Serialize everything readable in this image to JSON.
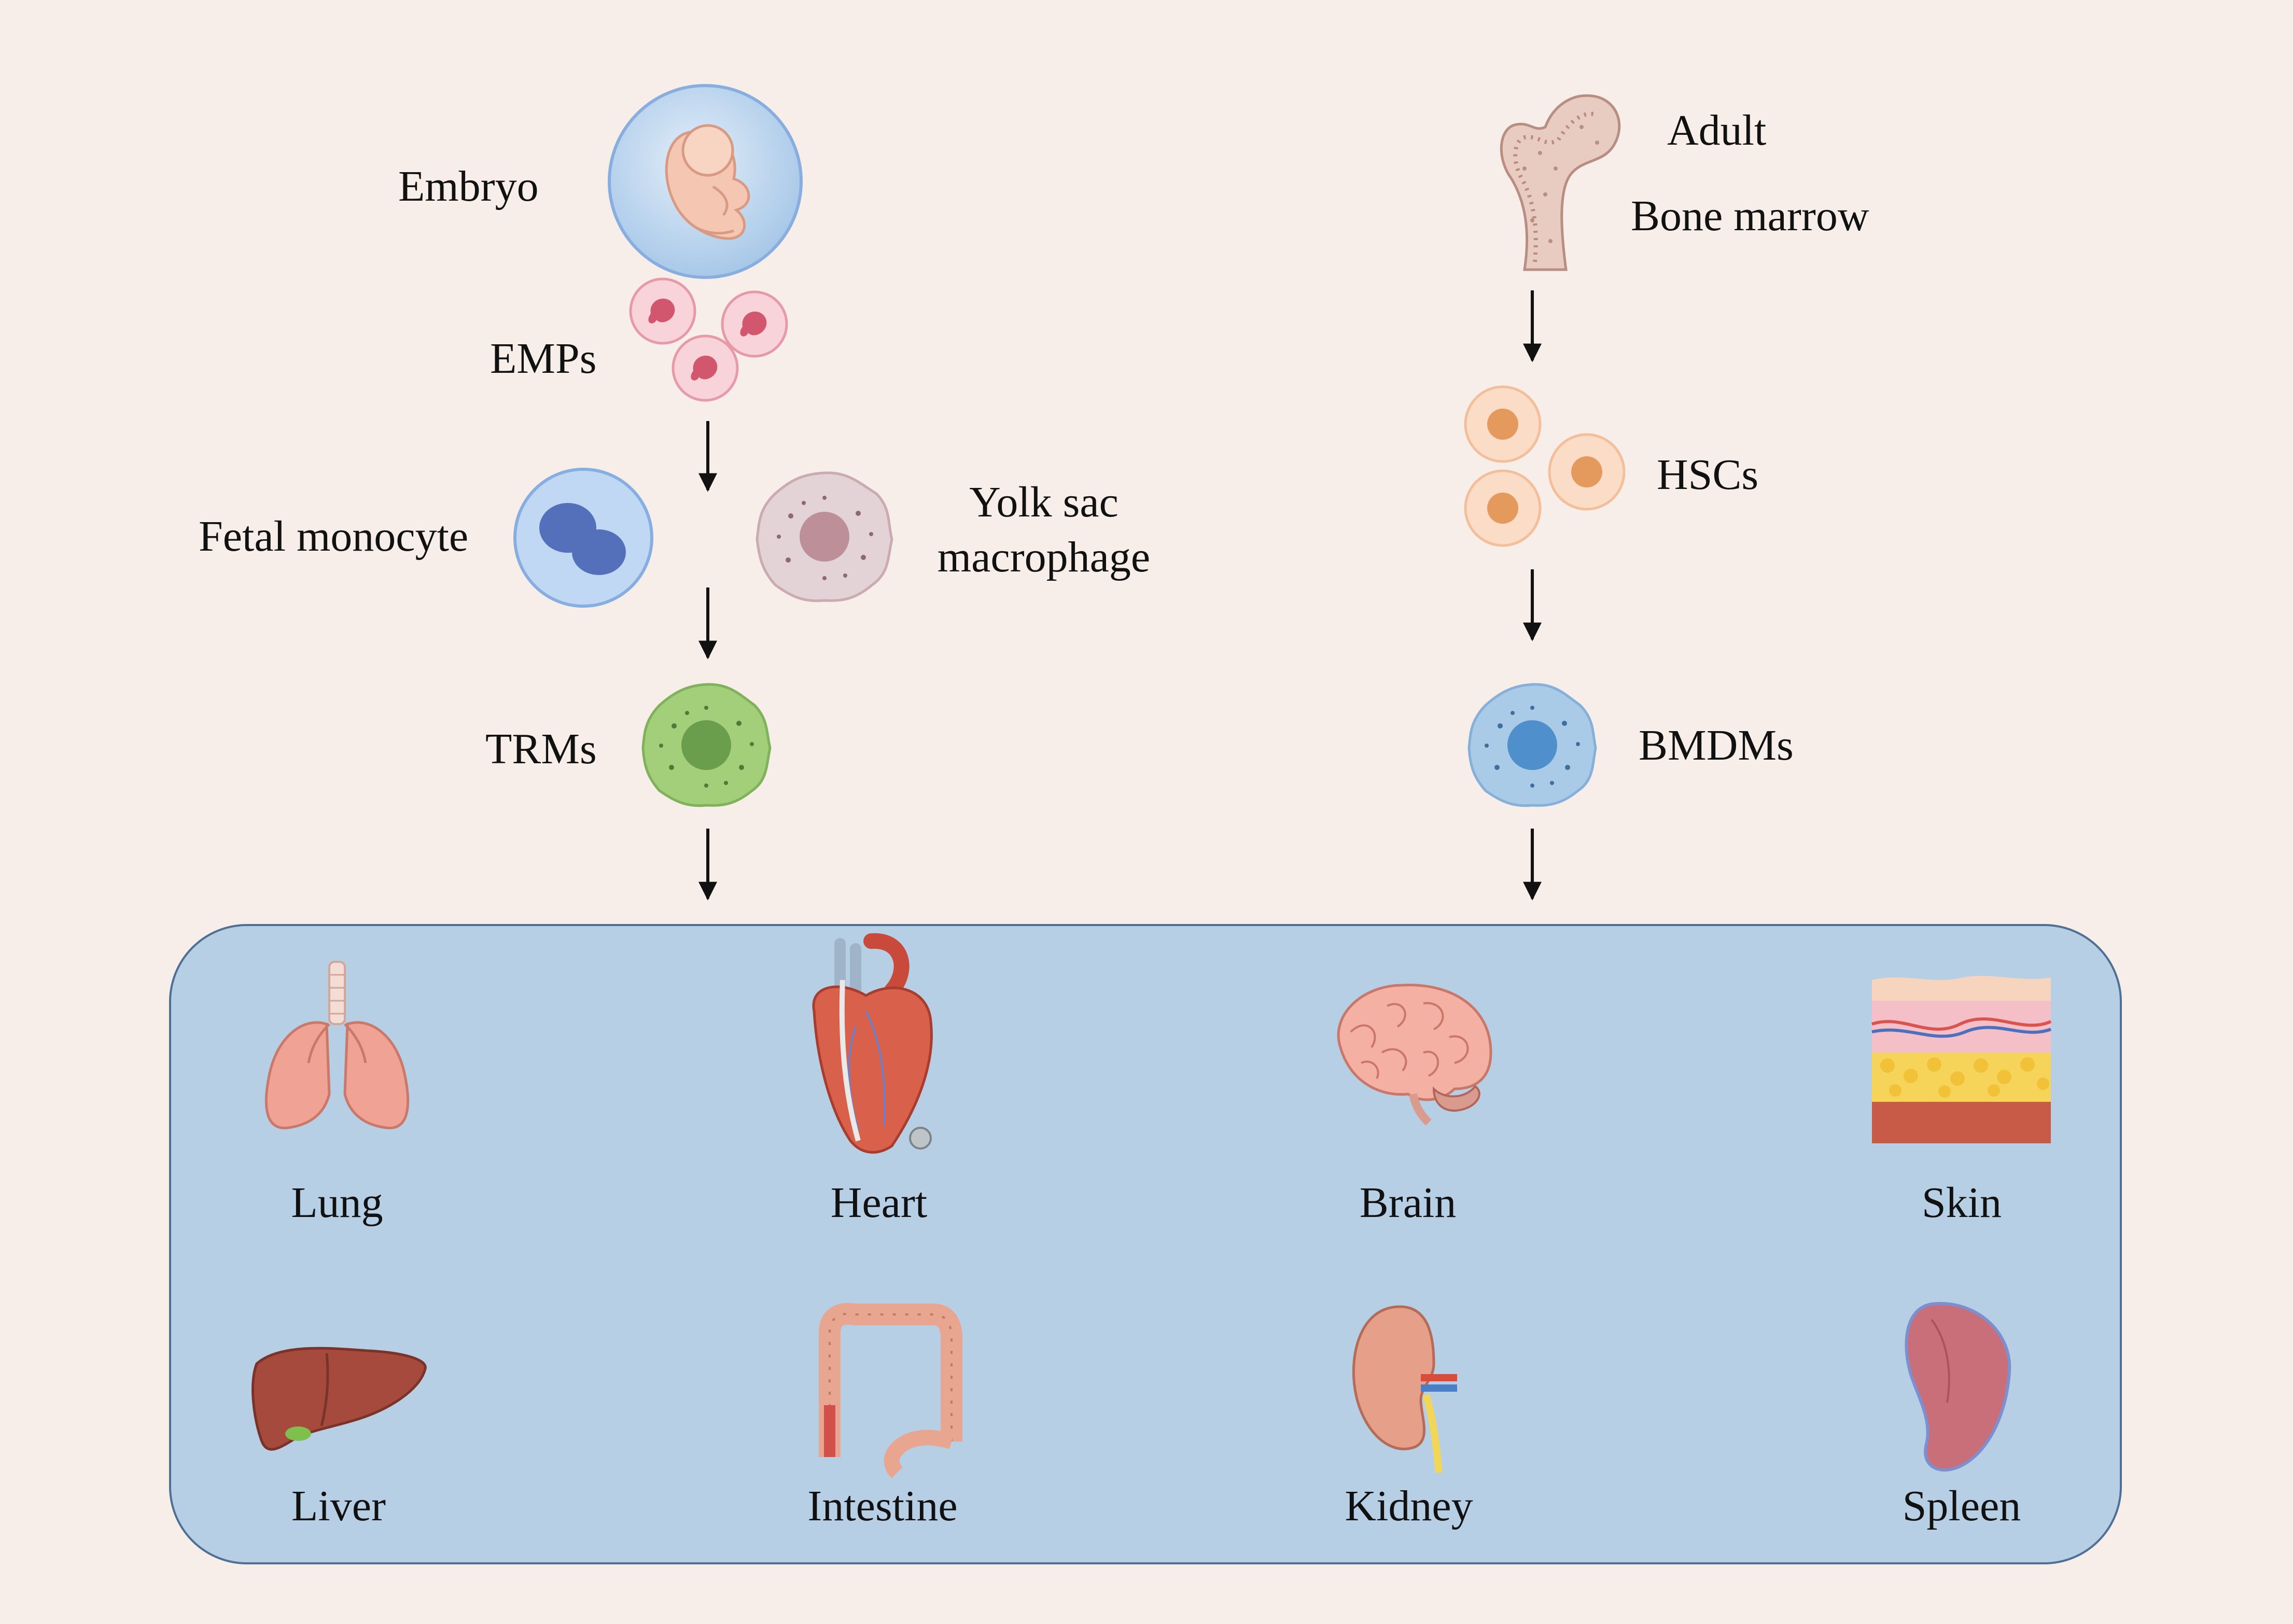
{
  "left_path": {
    "embryo": "Embryo",
    "emps": "EMPs",
    "fetal_monocyte": "Fetal monocyte",
    "yolk_sac_line1": "Yolk sac",
    "yolk_sac_line2": "macrophage",
    "trms": "TRMs"
  },
  "right_path": {
    "adult": "Adult",
    "bone_marrow": "Bone marrow",
    "hscs": "HSCs",
    "bmdms": "BMDMs"
  },
  "organs": [
    {
      "label": "Lung",
      "icon": "lung-icon"
    },
    {
      "label": "Heart",
      "icon": "heart-icon"
    },
    {
      "label": "Brain",
      "icon": "brain-icon"
    },
    {
      "label": "Skin",
      "icon": "skin-icon"
    },
    {
      "label": "Liver",
      "icon": "liver-icon"
    },
    {
      "label": "Intestine",
      "icon": "intestine-icon"
    },
    {
      "label": "Kidney",
      "icon": "kidney-icon"
    },
    {
      "label": "Spleen",
      "icon": "spleen-icon"
    }
  ],
  "colors": {
    "background": "#f7eee9",
    "panel": "#b7cfe5",
    "panel_border": "#4f6f94",
    "trm_green": "#a3cf7a",
    "bmdm_blue": "#a9cbe8"
  }
}
